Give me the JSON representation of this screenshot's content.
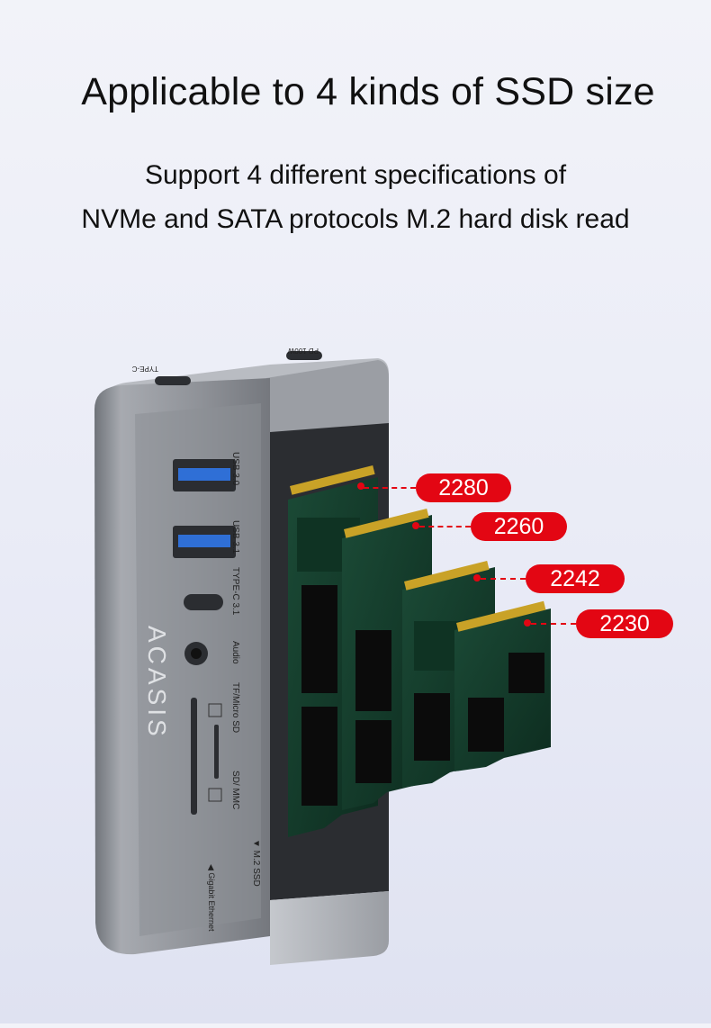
{
  "headline": "Applicable to 4 kinds of SSD size",
  "subtitle_line1": "Support 4 different specifications of",
  "subtitle_line2": "NVMe and SATA protocols M.2 hard disk read",
  "product": {
    "brand": "ACASIS",
    "ports": {
      "type_c_top": "TYPE-C",
      "pd_top": "PD 100W",
      "usb30": "USB 3.0",
      "usb31": "USB 3.1",
      "typec31": "TYPE-C 3.1",
      "audio": "Audio",
      "tf": "TF/Micro SD",
      "sd": "SD/ MMC",
      "m2": "▼ M.2 SSD",
      "ethernet": "◀ Gigabit Ethernet"
    }
  },
  "ssd_sizes": [
    "2280",
    "2260",
    "2242",
    "2230"
  ],
  "colors": {
    "tag": "#e30613",
    "pcb": "#123a2a",
    "body": "#8d9096"
  }
}
